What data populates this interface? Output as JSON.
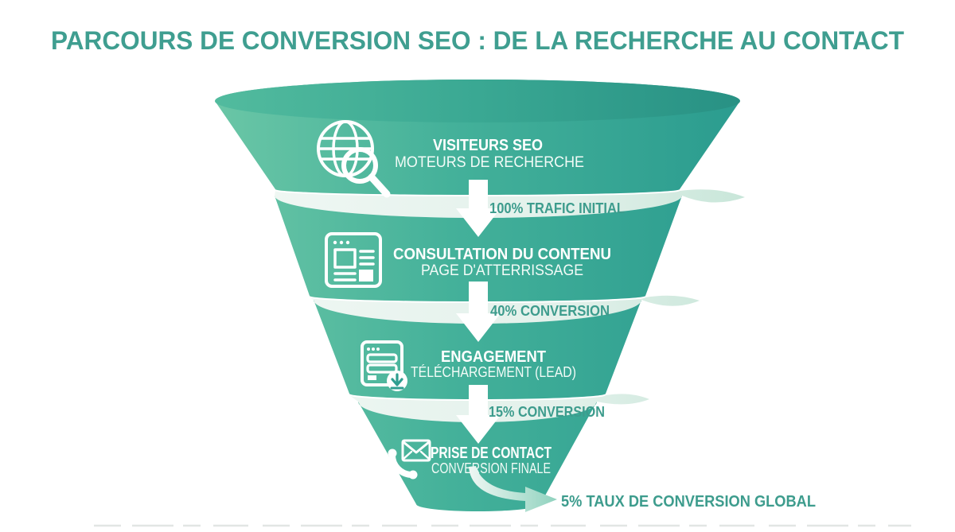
{
  "title": "PARCOURS DE CONVERSION SEO : DE LA RECHERCHE AU CONTACT",
  "funnel": {
    "stages": [
      {
        "icon": "globe-search-icon",
        "label": "VISITEURS SEO",
        "sublabel": "MOTEURS DE RECHERCHE"
      },
      {
        "icon": "webpage-icon",
        "label": "CONSULTATION DU CONTENU",
        "sublabel": "PAGE D'ATTERRISSAGE"
      },
      {
        "icon": "download-form-icon",
        "label": "ENGAGEMENT",
        "sublabel": "TÉLÉCHARGEMENT (LEAD)"
      },
      {
        "icon": "phone-envelope-icon",
        "label": "PRISE DE CONTACT",
        "sublabel": "CONVERSION FINALE"
      }
    ],
    "transitions": [
      {
        "value": "100%",
        "label": "100% TRAFIC INITIAL"
      },
      {
        "value": "40%",
        "label": "40% CONVERSION"
      },
      {
        "value": "15%",
        "label": "15% CONVERSION"
      }
    ],
    "result": {
      "value": "5%",
      "label": "5% TAUX DE CONVERSION GLOBAL"
    }
  },
  "colors": {
    "accent_teal": "#3d9c8d",
    "funnel_gradient_left": "#6ac6a6",
    "funnel_gradient_right": "#2b9c8f",
    "band_light": "#e6f3ee",
    "stage_text": "#ffffff",
    "background": "#ffffff"
  }
}
